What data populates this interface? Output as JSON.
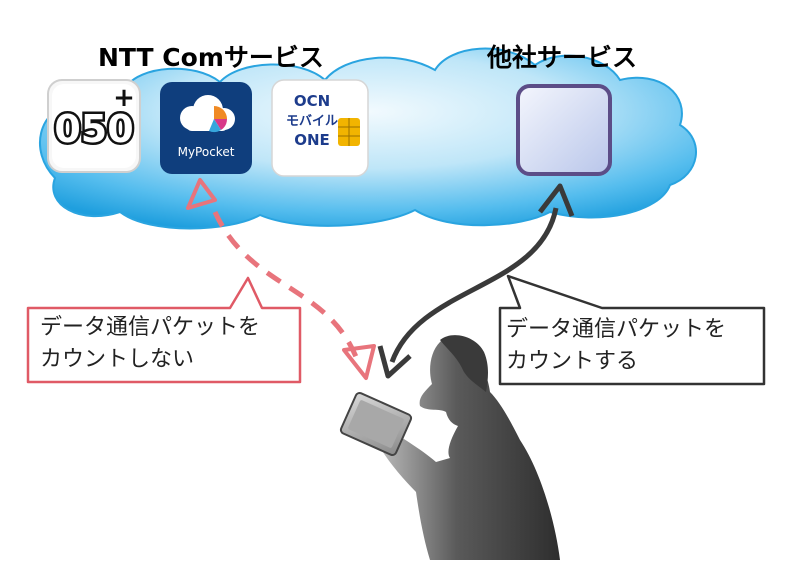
{
  "cloud": {
    "ntt_label": "NTT Comサービス",
    "other_label": "他社サービス"
  },
  "apps": {
    "app050": {
      "name": "050plus",
      "main": "050",
      "plus": "+"
    },
    "mypocket": {
      "name": "MyPocket"
    },
    "ocn": {
      "line1": "OCN",
      "line2": "モバイル",
      "line3": "ONE"
    }
  },
  "callouts": {
    "not_counted": {
      "line1": "データ通信パケットを",
      "line2": "カウントしない"
    },
    "counted": {
      "line1": "データ通信パケットを",
      "line2": "カウントする"
    }
  },
  "colors": {
    "cloud_light": "#e9f6fd",
    "cloud_dark": "#29a6e3",
    "red_dashed": "#e8747c",
    "callout_red_border": "#e05a66",
    "dark_arrow": "#3a3a3a",
    "mypocket_bg": "#0f3e7d",
    "ocn_blue": "#1d3c8c",
    "other_tile_border": "#5c4d87"
  }
}
